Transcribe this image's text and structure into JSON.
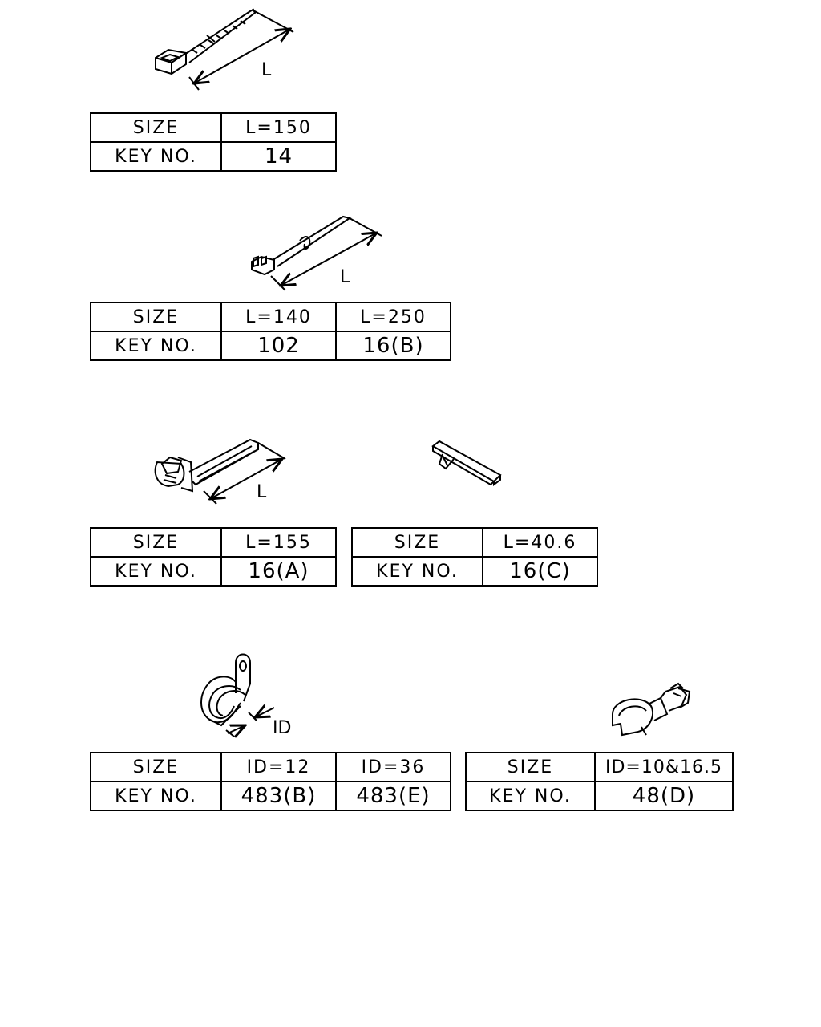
{
  "parts": [
    {
      "dimension_label": "L",
      "rows": [
        [
          "SIZE",
          "L=150"
        ],
        [
          "KEY NO.",
          "14"
        ]
      ]
    },
    {
      "dimension_label": "L",
      "rows": [
        [
          "SIZE",
          "L=140",
          "L=250"
        ],
        [
          "KEY NO.",
          "102",
          "16(B)"
        ]
      ]
    },
    {
      "dimension_label": "L",
      "rows": [
        [
          "SIZE",
          "L=155"
        ],
        [
          "KEY NO.",
          "16(A)"
        ]
      ]
    },
    {
      "dimension_label": "",
      "rows": [
        [
          "SIZE",
          "L=40.6"
        ],
        [
          "KEY NO.",
          "16(C)"
        ]
      ]
    },
    {
      "dimension_label": "ID",
      "rows": [
        [
          "SIZE",
          "ID=12",
          "ID=36"
        ],
        [
          "KEY NO.",
          "483(B)",
          "483(E)"
        ]
      ]
    },
    {
      "dimension_label": "",
      "rows": [
        [
          "SIZE",
          "ID=10&16.5"
        ],
        [
          "KEY NO.",
          "48(D)"
        ]
      ]
    }
  ]
}
